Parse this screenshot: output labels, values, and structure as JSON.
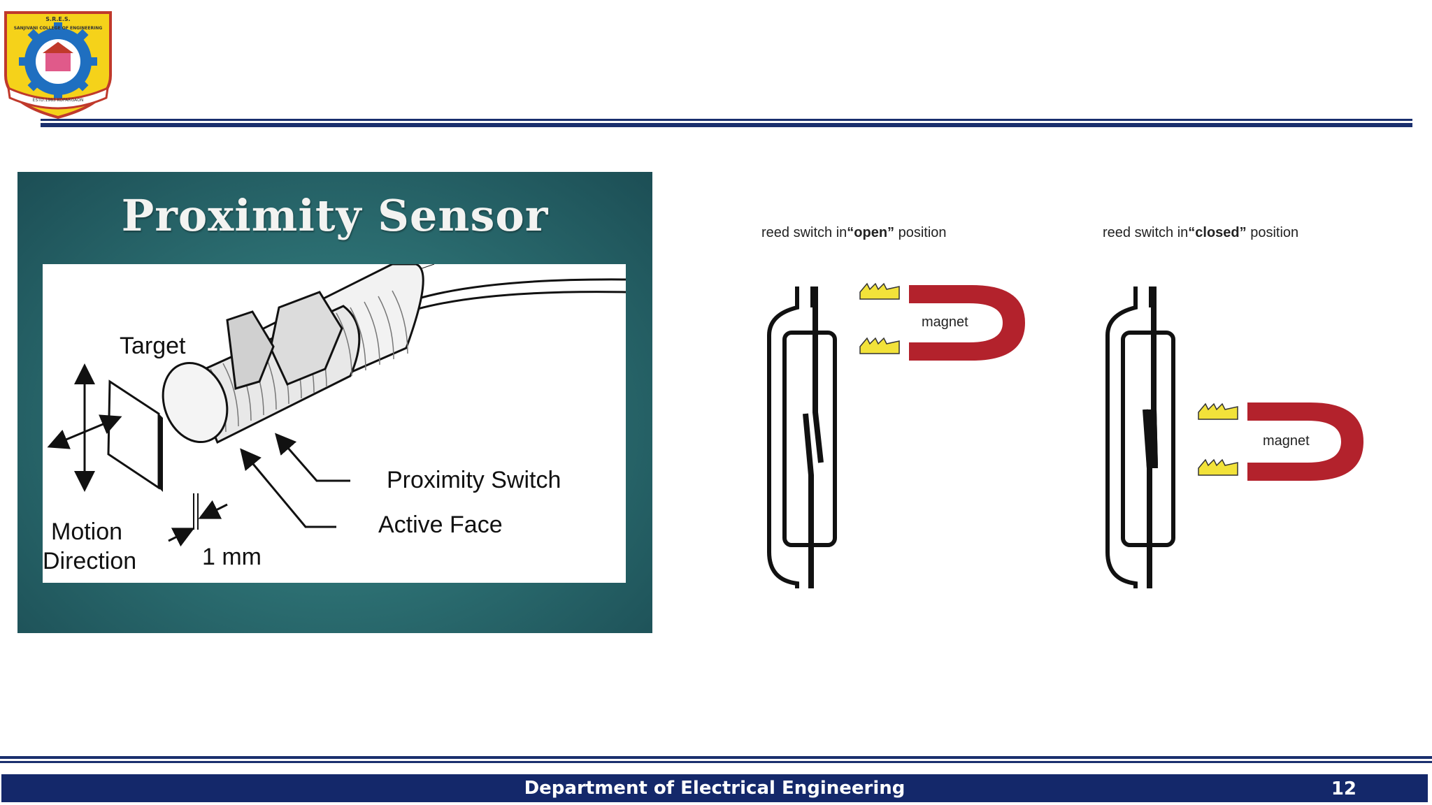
{
  "header": {
    "logo": {
      "text_top": "S.R.E.S.",
      "text_college": "SANJIVANI COLLEGE OF ENGINEERING",
      "text_ribbon": "ESTD.1983 KOPARGAON"
    }
  },
  "prox_panel": {
    "title": "Proximity Sensor",
    "labels": {
      "target": "Target",
      "motion": "Motion",
      "direction": "Direction",
      "distance": "1 mm",
      "switch": "Proximity Switch",
      "face": "Active Face"
    }
  },
  "reed_panel": {
    "open": {
      "caption_prefix": "reed switch in",
      "caption_state": "“open”",
      "caption_suffix": " position",
      "magnet": "magnet"
    },
    "closed": {
      "caption_prefix": "reed switch in",
      "caption_state": "“closed”",
      "caption_suffix": " position",
      "magnet": "magnet"
    }
  },
  "footer": {
    "department": "Department of Electrical Engineering",
    "page_number": "12"
  },
  "colors": {
    "navy": "#1a2f6e",
    "footer_bar": "#14286a",
    "magnet_red": "#b3222c",
    "spark_yellow": "#f2e23a",
    "panel_teal": "#2c6f72"
  }
}
